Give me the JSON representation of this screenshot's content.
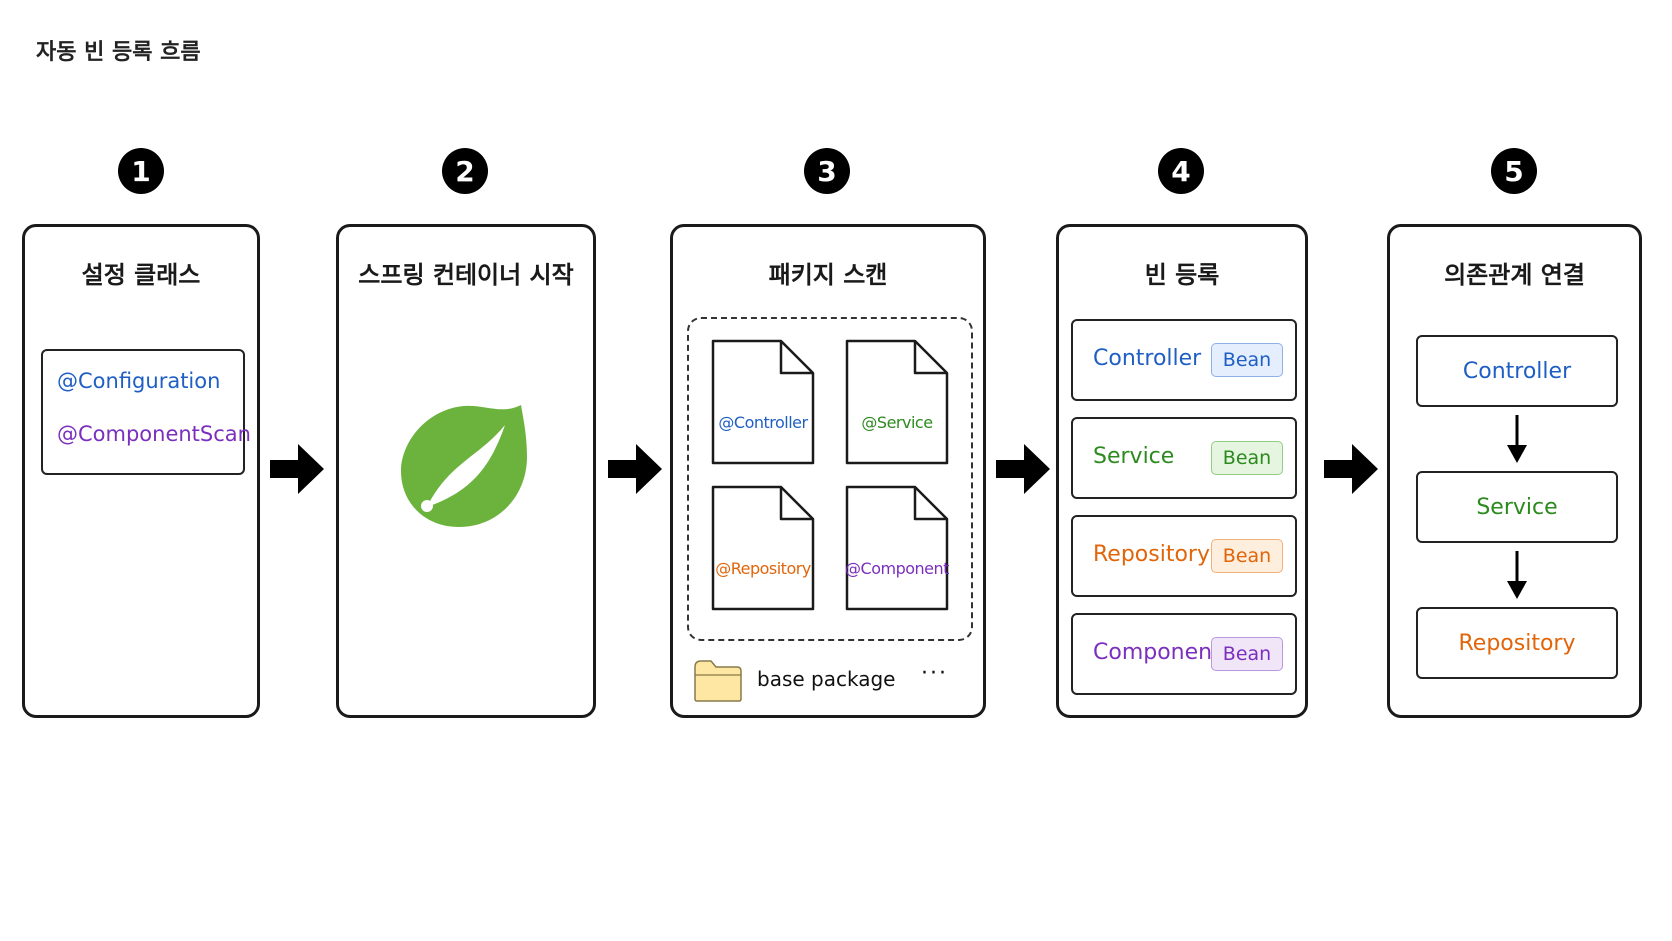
{
  "title": "자동 빈 등록 흐름",
  "steps": [
    {
      "number": "1",
      "title": "설정 클래스"
    },
    {
      "number": "2",
      "title": "스프링 컨테이너 시작"
    },
    {
      "number": "3",
      "title": "패키지 스캔"
    },
    {
      "number": "4",
      "title": "빈 등록"
    },
    {
      "number": "5",
      "title": "의존관계 연결"
    }
  ],
  "config_class": {
    "annotations": [
      "@Configuration",
      "@ComponentScan"
    ]
  },
  "container": {
    "logo_icon": "spring-leaf-icon",
    "logo_color": "#6cb33e"
  },
  "package_scan": {
    "files": [
      "@Controller",
      "@Service",
      "@Repository",
      "@Component"
    ],
    "folder_label": "base package",
    "more": "···"
  },
  "bean_registry": {
    "badge_label": "Bean",
    "items": [
      "Controller",
      "Service",
      "Repository",
      "Component"
    ]
  },
  "dependency_chain": {
    "items": [
      "Controller",
      "Service",
      "Repository"
    ]
  },
  "colors": {
    "controller": "#1f5fc4",
    "service": "#2d8a1f",
    "repository": "#e2650a",
    "component": "#7b2fbe"
  }
}
